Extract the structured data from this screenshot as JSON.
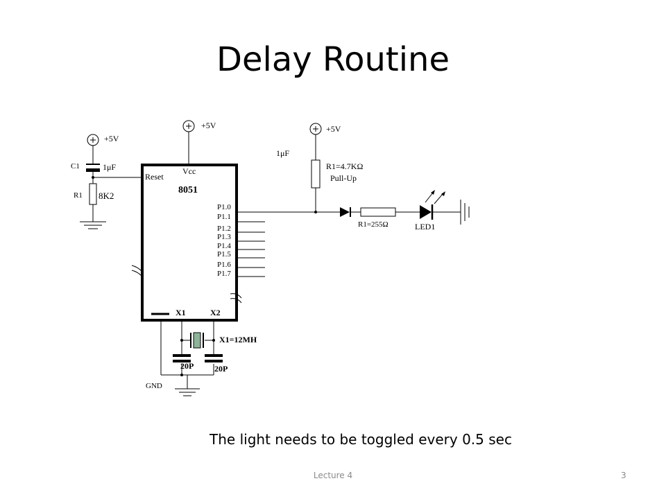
{
  "slide": {
    "title": "Delay Routine",
    "caption": "The light needs to be toggled every 0.5 sec",
    "footer": "Lecture 4",
    "page_number": "3"
  },
  "schematic": {
    "chip_name": "8051",
    "vcc_label": "Vcc",
    "reset_label": "Reset",
    "ports": [
      "P1.0",
      "P1.1",
      "P1.2",
      "P1.3",
      "P1.4",
      "P1.5",
      "P1.6",
      "P1.7"
    ],
    "x1_label": "X1",
    "x2_label": "X2",
    "supply_left": "+5V",
    "supply_mid": "+5V",
    "supply_right": "+5V",
    "c1_name": "C1",
    "c1_value": "1μF",
    "r1_name": "R1",
    "r1_value": "8K2",
    "cap_note": "1μF",
    "pullup_value": "R1=4.7KΩ",
    "pullup_label": "Pull-Up",
    "series_resistor": "R1=255Ω",
    "led_label": "LED1",
    "crystal_label": "X1=12MH",
    "cap_a": "20P",
    "cap_b": "20P",
    "gnd_label": "GND"
  }
}
